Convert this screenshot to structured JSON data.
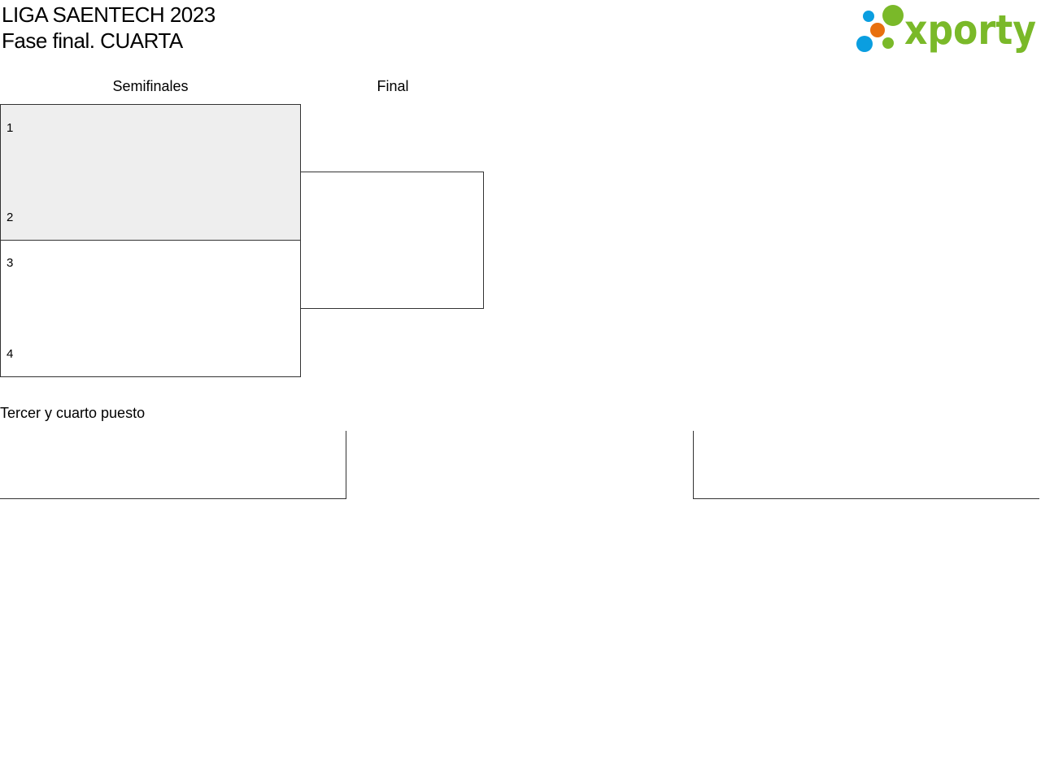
{
  "header": {
    "title": "LIGA SAENTECH 2023",
    "subtitle": "Fase final. CUARTA",
    "logo_text": "xporty"
  },
  "rounds": [
    {
      "label": "Semifinales"
    },
    {
      "label": "Final"
    }
  ],
  "semifinals": [
    {
      "seeds": [
        "1",
        "2"
      ],
      "highlighted": true
    },
    {
      "seeds": [
        "3",
        "4"
      ],
      "highlighted": false
    }
  ],
  "third_place": {
    "label": "Tercer y cuarto puesto"
  },
  "colors": {
    "highlight": "#eeeeee",
    "brand_green": "#7ab929",
    "blue": "#0a9ee0",
    "orange": "#e8700f"
  }
}
